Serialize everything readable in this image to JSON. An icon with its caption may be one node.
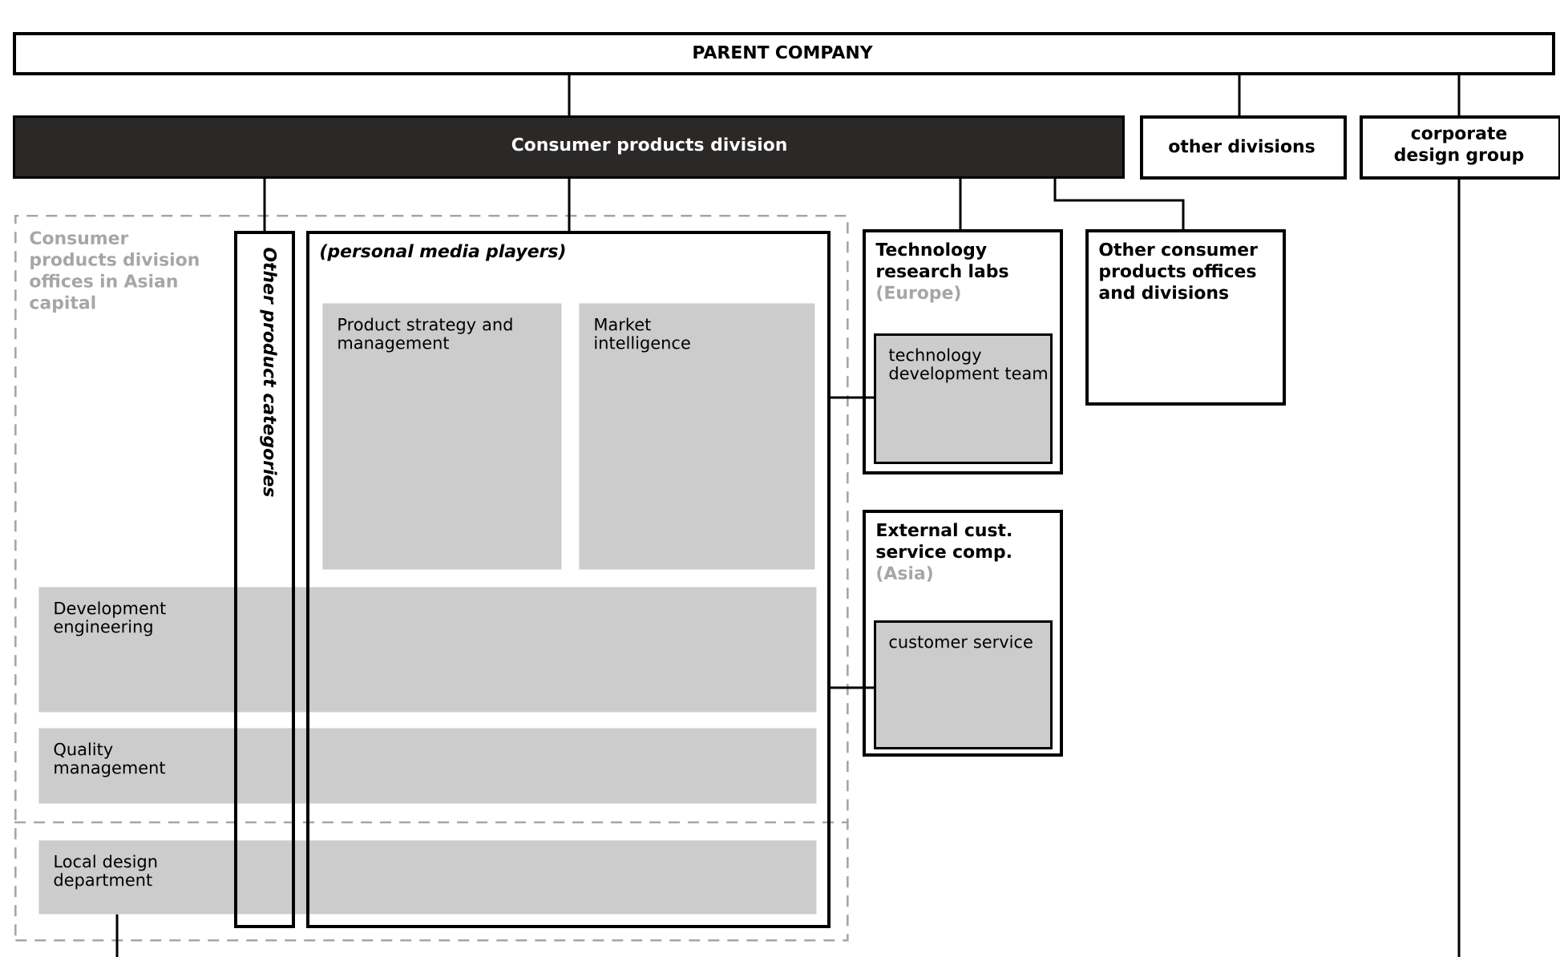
{
  "diagram": {
    "nodes": [
      {
        "text": [
          "PARENT COMPANY"
        ]
      },
      {
        "text": [
          "Consumer products division"
        ]
      },
      {
        "text": [
          "other divisions"
        ]
      },
      {
        "text": [
          "corporate design group"
        ]
      },
      {
        "text": [
          "Consumer products division offices in Asian capital"
        ]
      },
      {
        "text": [
          "Other product categories"
        ],
        "in": 4
      },
      {
        "text": [
          "(personal media players)"
        ],
        "in": 4
      },
      {
        "text": [
          "Product strategy and management"
        ],
        "in": 6
      },
      {
        "text": [
          "Market intelligence"
        ],
        "in": 6
      },
      {
        "text": [
          "Development engineering"
        ],
        "in": 4
      },
      {
        "text": [
          "Quality management"
        ],
        "in": 4
      },
      {
        "text": [
          "Local design department"
        ],
        "in": 4
      },
      {
        "text": [
          "Technology research labs",
          "(Europe)"
        ]
      },
      {
        "text": [
          "technology development team"
        ],
        "in": 12
      },
      {
        "text": [
          "Other consumer products offices and divisions"
        ]
      },
      {
        "text": [
          "External cust. service comp.",
          "(Asia)"
        ]
      },
      {
        "text": [
          "customer service"
        ],
        "in": 15
      }
    ],
    "edges": [
      {
        "from": 0,
        "to": 1,
        "arrow": "none"
      },
      {
        "from": 0,
        "to": 2,
        "arrow": "none"
      },
      {
        "from": 0,
        "to": 3,
        "arrow": "none"
      },
      {
        "from": 1,
        "to": 5,
        "arrow": "none"
      },
      {
        "from": 1,
        "to": 6,
        "arrow": "none"
      },
      {
        "from": 1,
        "to": 12,
        "arrow": "none"
      },
      {
        "from": 1,
        "to": 14,
        "arrow": "none"
      },
      {
        "from": 6,
        "to": 13,
        "arrow": "none"
      },
      {
        "from": 6,
        "to": 16,
        "arrow": "none"
      },
      {
        "from": 3,
        "to": null,
        "arrow": "none"
      },
      {
        "from": 11,
        "to": null,
        "arrow": "none"
      }
    ]
  }
}
